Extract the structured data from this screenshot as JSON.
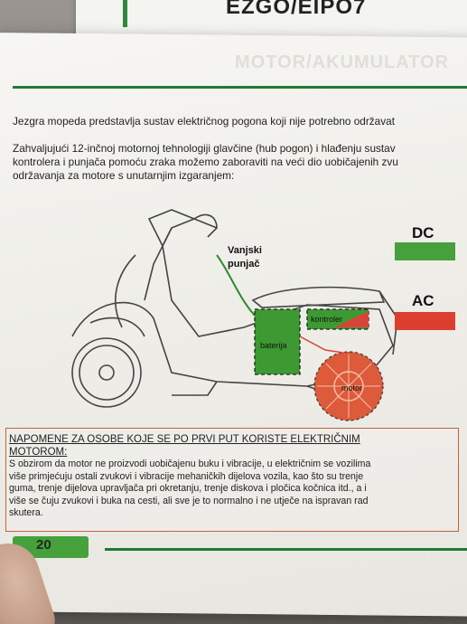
{
  "prev_page": {
    "title": "EZGO/EIPO7"
  },
  "page": {
    "ghost_title": "MOTOR/AKUMULATOR",
    "intro": "Jezgra mopeda predstavlja sustav električnog pogona koji nije potrebno održavat",
    "paragraph_lines": [
      "Zahvaljujući 12-inčnoj motornoj tehnologiji glavčine (hub pogon) i hlađenju sustav",
      "kontrolera i punjača pomoću zraka možemo zaboraviti na veći dio uobičajenih zvu",
      "održavanja za motore s unutarnjim izgaranjem:"
    ],
    "diagram": {
      "charger_label_line1": "Vanjski",
      "charger_label_line2": "punjač",
      "battery_label": "baterija",
      "controller_label": "kontroler",
      "motor_label": "motor",
      "legend": [
        {
          "label": "DC",
          "color": "#46a03c"
        },
        {
          "label": "AC",
          "color": "#dc3e30"
        }
      ]
    },
    "note": {
      "heading_line1": "NAPOMENE ZA OSOBE KOJE SE PO PRVI PUT KORISTE ELEKTRIČNIM",
      "heading_line2": "MOTOROM:",
      "body_lines": [
        "S obzirom da motor ne proizvodi uobičajenu buku i vibracije, u električnim se vozilima",
        "više primjećuju ostali zvukovi i vibracije mehaničkih dijelova vozila, kao što su trenje",
        "guma, trenje dijelova upravljača pri okretanju, trenje diskova i pločica kočnica itd., a i",
        "više se čuju zvukovi i buka na cesti, ali sve je to normalno i ne utječe na ispravan rad",
        "skutera."
      ]
    },
    "page_number": "20"
  },
  "colors": {
    "accent_green": "#1f7a32",
    "dc": "#46a03c",
    "ac": "#dc3e30",
    "note_border": "#c2633b"
  }
}
